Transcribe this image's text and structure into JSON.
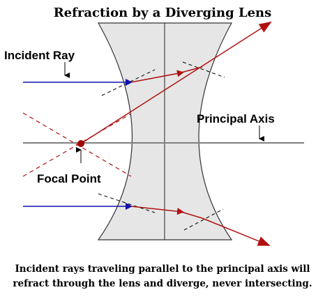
{
  "title": "Refraction by a Diverging Lens",
  "labels": {
    "incident_ray": "Incident Ray",
    "principal_axis": "Principal Axis",
    "focal_point": "Focal Point"
  },
  "caption": {
    "line1": "Incident rays traveling parallel to the principal axis will",
    "line2": "refract through the lens and diverge, never intersecting."
  },
  "colors": {
    "incident_ray": "#1010b0",
    "refracted_ray": "#b01010",
    "lens_fill": "#e6e6e6",
    "axis": "#808080",
    "text": "#000000"
  }
}
